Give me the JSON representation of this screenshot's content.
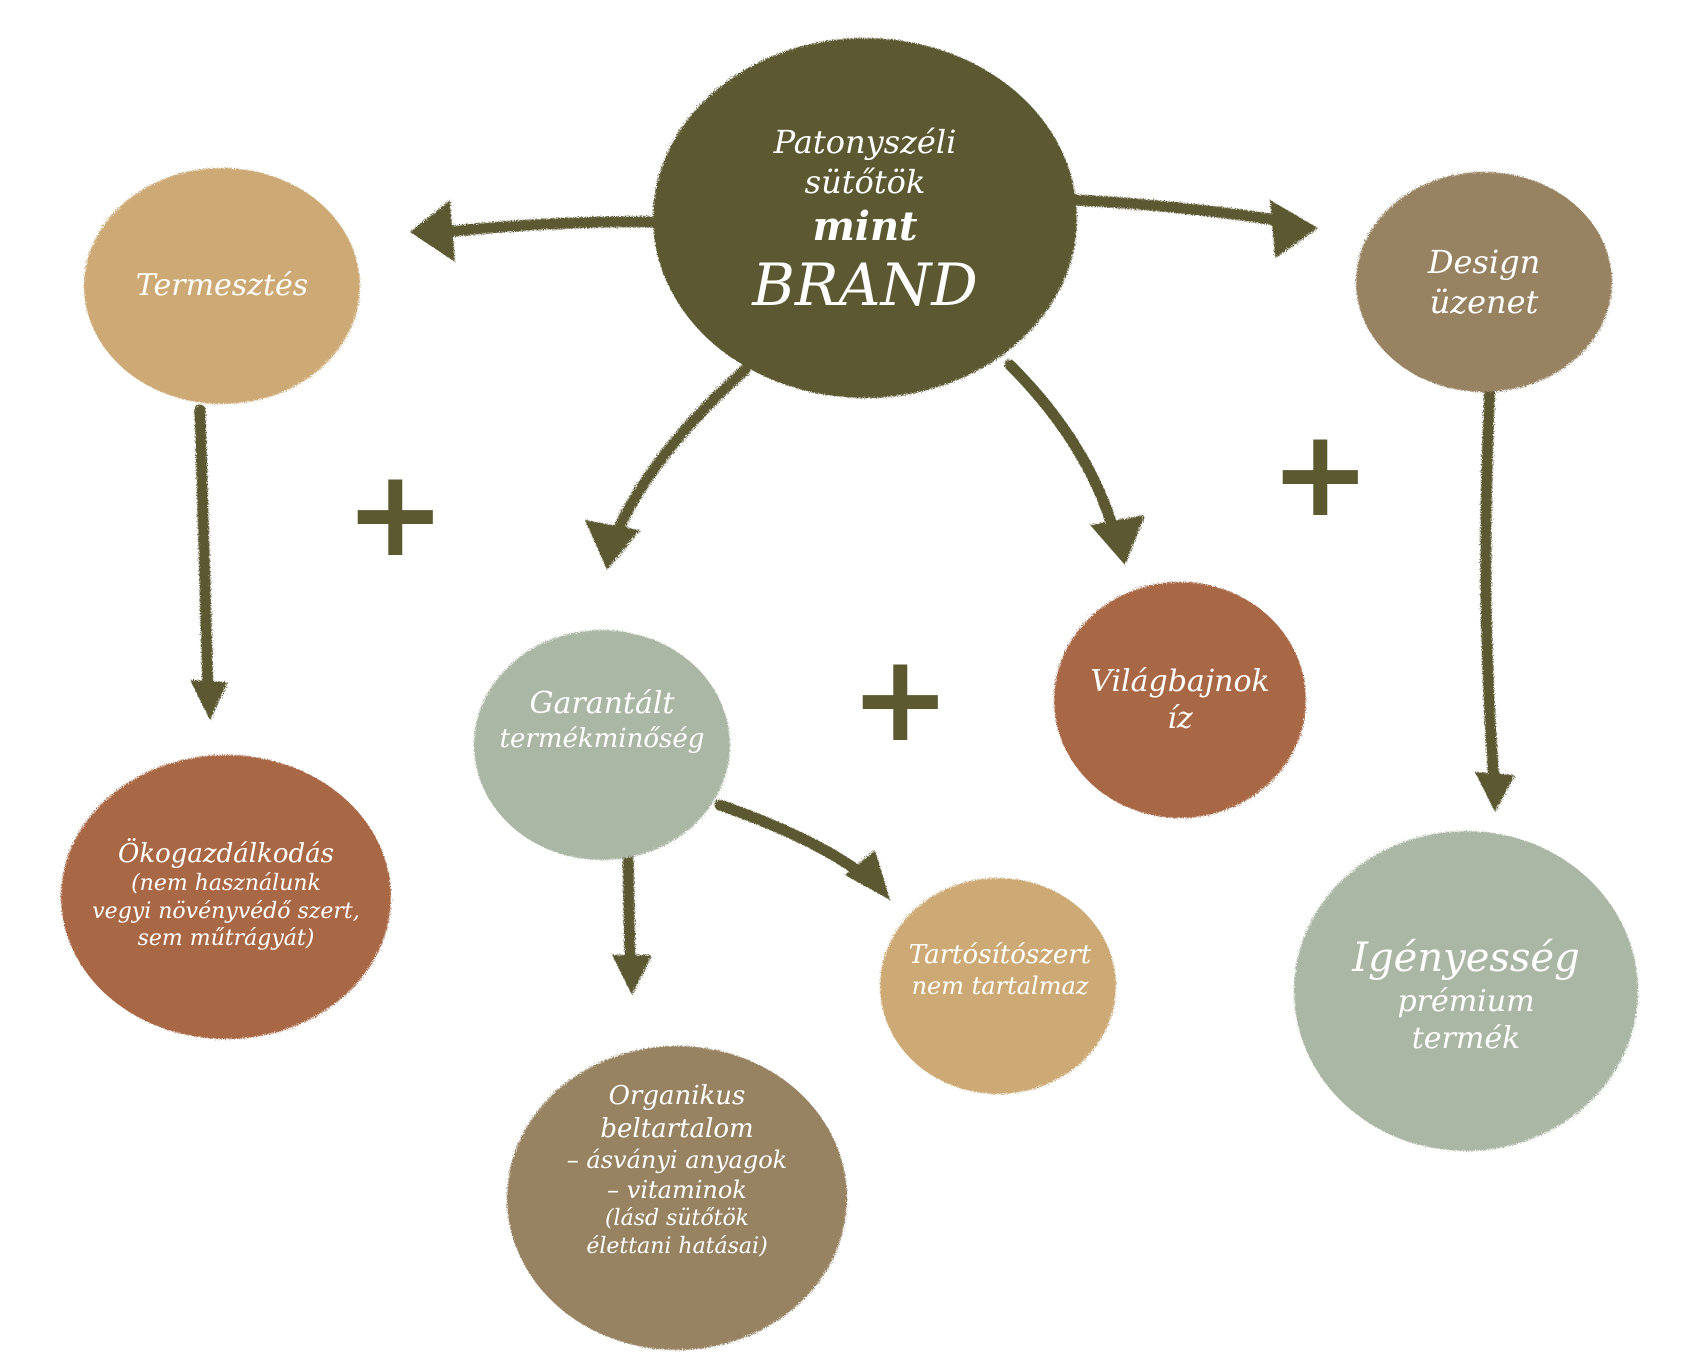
{
  "colors": {
    "olive": "#5c5930",
    "sand": "#cdaa74",
    "taupe": "#978262",
    "sage": "#abb7a5",
    "rust": "#a96745",
    "text": "#ffffff",
    "background": "#ffffff"
  },
  "center": {
    "lines": [
      "Patonyszéli",
      "sütőtök",
      "mint",
      "BRAND"
    ]
  },
  "nodes": {
    "termesztes": {
      "lines": [
        "Termesztés"
      ]
    },
    "design": {
      "lines": [
        "Design",
        "üzenet"
      ]
    },
    "garantalt": {
      "lines": [
        "Garantált",
        "termékminőség"
      ]
    },
    "vilagbajnok": {
      "lines": [
        "Világbajnok",
        "íz"
      ]
    },
    "okogazdalkodas": {
      "lines": [
        "Ökogazdálkodás",
        "(nem használunk",
        "vegyi növényvédő szert,",
        "sem műtrágyát)"
      ]
    },
    "tartositoszert": {
      "lines": [
        "Tartósítószert",
        "nem tartalmaz"
      ]
    },
    "organikus": {
      "lines": [
        "Organikus",
        "beltartalom",
        "– ásványi anyagok",
        "– vitaminok",
        "(lásd sütőtök",
        "élettani hatásai)"
      ]
    },
    "igenyesseg": {
      "lines": [
        "Igényesség",
        "prémium",
        "termék"
      ]
    }
  },
  "plus_symbol": "+"
}
